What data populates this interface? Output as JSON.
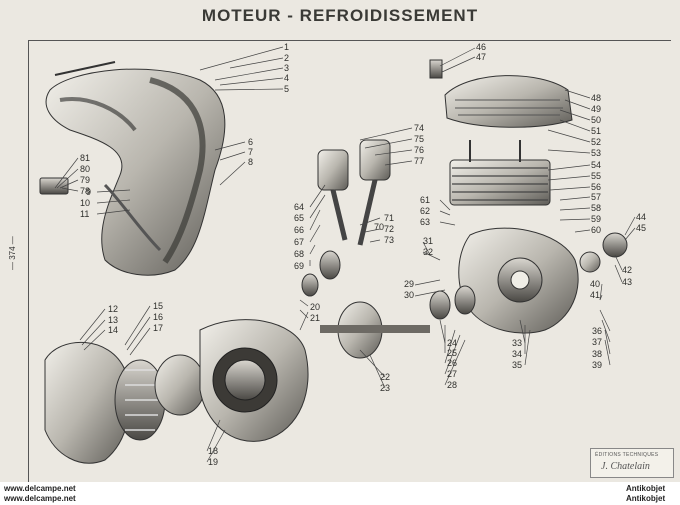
{
  "title": "MOTEUR  -  REFROIDISSEMENT",
  "side_page_number": "— 374 —",
  "stamp": {
    "publisher": "ÉDITIONS TECHNIQUES",
    "signature": "J. Chatelain"
  },
  "watermarks": {
    "left": [
      "www.delcampe.net",
      "www.delcampe.net"
    ],
    "right": [
      "Antikobjet",
      "Antikobjet"
    ]
  },
  "callouts": [
    "1",
    "2",
    "3",
    "4",
    "5",
    "6",
    "7",
    "8",
    "9",
    "10",
    "11",
    "12",
    "13",
    "14",
    "15",
    "16",
    "17",
    "18",
    "19",
    "20",
    "21",
    "22",
    "23",
    "24",
    "25",
    "26",
    "27",
    "28",
    "29",
    "30",
    "31",
    "32",
    "33",
    "34",
    "35",
    "36",
    "37",
    "38",
    "39",
    "40",
    "41",
    "42",
    "43",
    "44",
    "45",
    "46",
    "47",
    "48",
    "49",
    "50",
    "51",
    "52",
    "53",
    "54",
    "55",
    "56",
    "57",
    "58",
    "59",
    "60",
    "61",
    "62",
    "63",
    "64",
    "65",
    "66",
    "67",
    "68",
    "69",
    "70",
    "71",
    "72",
    "73",
    "74",
    "75",
    "76",
    "77",
    "78",
    "79",
    "80",
    "81"
  ]
}
